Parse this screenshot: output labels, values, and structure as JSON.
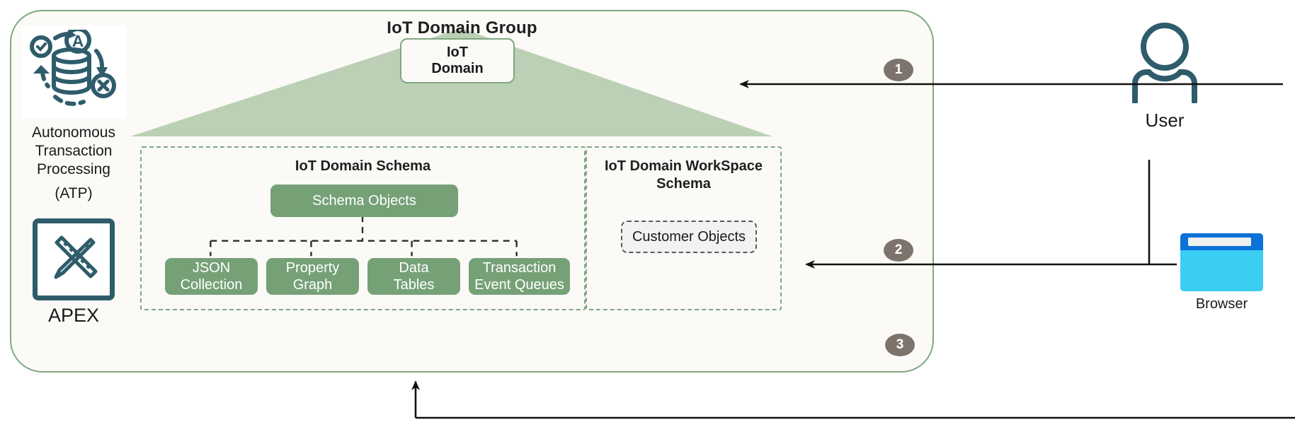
{
  "diagram": {
    "title": "IoT Domain Group",
    "group": {
      "title": "IoT Domain Group",
      "border_color": "#7fa77f",
      "fill_color": "#fbfaf7"
    },
    "iot_domain_box": {
      "line1": "IoT",
      "line2": "Domain"
    },
    "left_column": {
      "atp": {
        "icon": "autonomous-transaction-processing-icon",
        "caption_line1": "Autonomous",
        "caption_line2": "Transaction",
        "caption_line3": "Processing",
        "caption_line4": "(ATP)"
      },
      "apex": {
        "icon": "ruler-pencil-icon",
        "caption": "APEX"
      }
    },
    "domain_schema": {
      "title": "IoT Domain Schema",
      "root": "Schema Objects",
      "leaves": [
        {
          "line1": "JSON",
          "line2": "Collection"
        },
        {
          "line1": "Property",
          "line2": "Graph"
        },
        {
          "line1": "Data",
          "line2": "Tables"
        },
        {
          "line1": "Transaction",
          "line2": "Event Queues"
        }
      ]
    },
    "workspace_schema": {
      "title_line1": "IoT Domain WorkSpace",
      "title_line2": "Schema",
      "object": "Customer Objects"
    },
    "actors": {
      "user": {
        "icon": "user-person-icon",
        "label": "User"
      },
      "browser": {
        "icon": "browser-window-icon",
        "label": "Browser"
      }
    },
    "steps": [
      {
        "number": "1"
      },
      {
        "number": "2"
      },
      {
        "number": "3"
      }
    ],
    "colors": {
      "green_fill": "#76a177",
      "green_border": "#7fa77f",
      "green_translucent": "#bbd0b4",
      "teal_icon": "#2e5c6b",
      "badge_gray": "#7c736d",
      "browser_blue": "#0b72d8",
      "browser_body": "#3ccdf2",
      "canvas": "#fbfaf7"
    }
  }
}
